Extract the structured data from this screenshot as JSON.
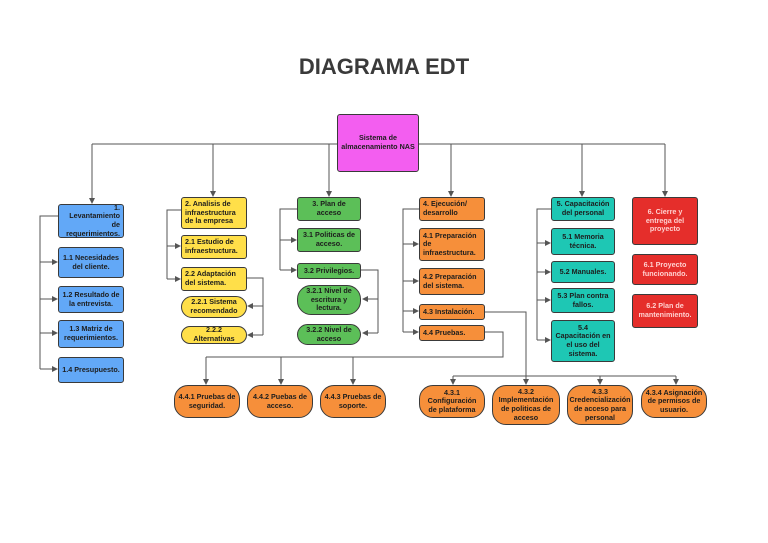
{
  "title": "DIAGRAMA EDT",
  "root": "Sistema de almacenamiento NAS",
  "branches": {
    "b1": {
      "head": "1. Levantamiento de requerimientos.",
      "items": [
        "1.1 Necesidades del cliente.",
        "1.2 Resultado de la entrevista.",
        "1.3 Matriz de requerimientos.",
        "1.4 Presupuesto."
      ]
    },
    "b2": {
      "head": "2. Analisis de infraestructura de la empresa",
      "items": [
        "2.1 Estudio de infraestructura.",
        "2.2 Adaptación del sistema."
      ],
      "sub": [
        "2.2.1 Sistema recomendado",
        "2.2.2 Alternativas"
      ]
    },
    "b3": {
      "head": "3. Plan de acceso",
      "items": [
        "3.1 Politicas de acceso.",
        "3.2 Privilegios."
      ],
      "sub": [
        "3.2.1 Nivel de escritura y lectura.",
        "3.2.2 Nivel de acceso"
      ]
    },
    "b4": {
      "head": "4. Ejecución/ desarrollo",
      "items": [
        "4.1 Preparación de infraestructura.",
        "4.2 Preparación del sistema.",
        "4.3 Instalación.",
        "4.4 Pruebas."
      ],
      "tests": [
        "4.4.1 Pruebas de seguridad.",
        "4.4.2 Puebas de acceso.",
        "4.4.3 Pruebas de soporte."
      ],
      "install": [
        "4.3.1 Configuración de plataforma",
        "4.3.2 Implementación de politicas de acceso",
        "4.3.3 Credencialización de acceso para personal",
        "4.3.4 Asignación de permisos de usuario."
      ]
    },
    "b5": {
      "head": "5. Capacitación del personal",
      "items": [
        "5.1 Memoria técnica.",
        "5.2 Manuales.",
        "5.3 Plan contra fallos.",
        "5.4 Capacitación en el uso del sistema."
      ]
    },
    "b6": {
      "head": "6. Cierre y entrega del proyecto",
      "items": [
        "6.1 Proyecto funcionando.",
        "6.2 Plan de mantenimiento."
      ]
    }
  },
  "colors": {
    "root": "#f35ef0",
    "b1": "#62a8f7",
    "b2": "#ffdf49",
    "b3": "#5cbf58",
    "b4": "#f68f3a",
    "b5": "#1ec7b4",
    "b6": "#e52e2b",
    "line": "#555555"
  }
}
